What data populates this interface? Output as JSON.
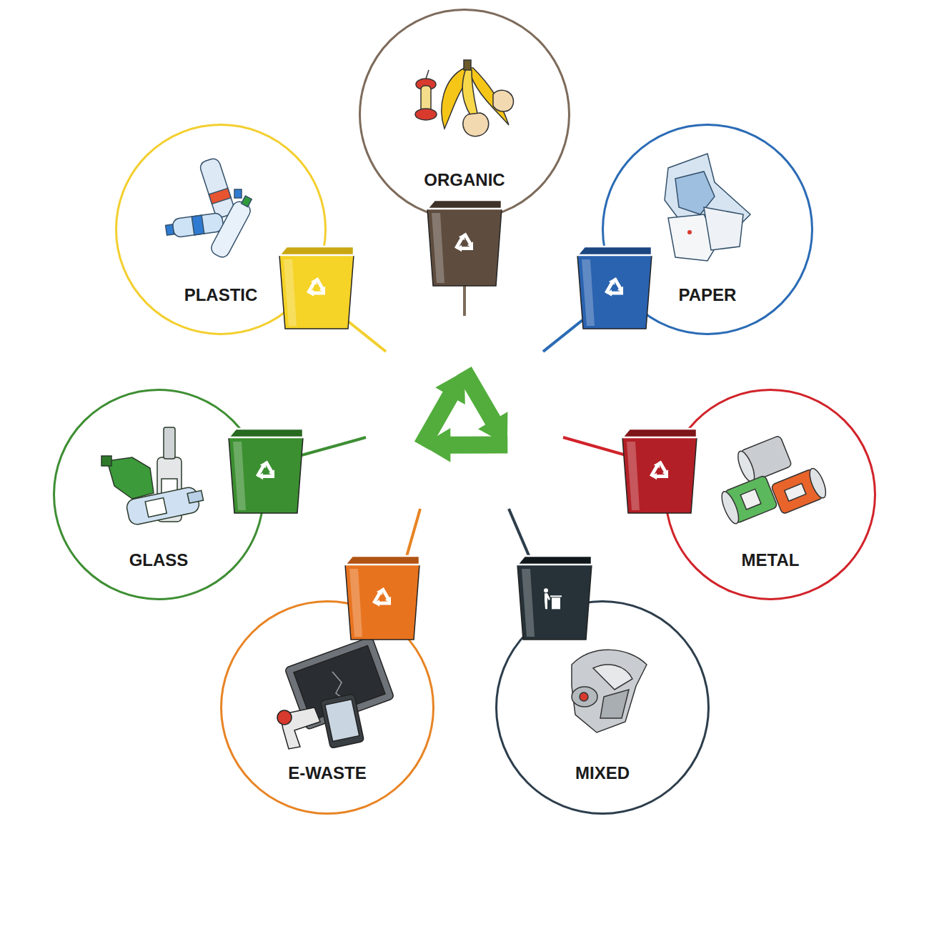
{
  "diagram": {
    "nodes": [
      {
        "text": [
          "ORGANIC"
        ]
      },
      {
        "text": [
          "PLASTIC"
        ]
      },
      {
        "text": [
          "PAPER"
        ]
      },
      {
        "text": [
          "GLASS"
        ]
      },
      {
        "text": [
          "METAL"
        ]
      },
      {
        "text": [
          "E-WASTE"
        ]
      },
      {
        "text": [
          "MIXED"
        ]
      }
    ]
  }
}
